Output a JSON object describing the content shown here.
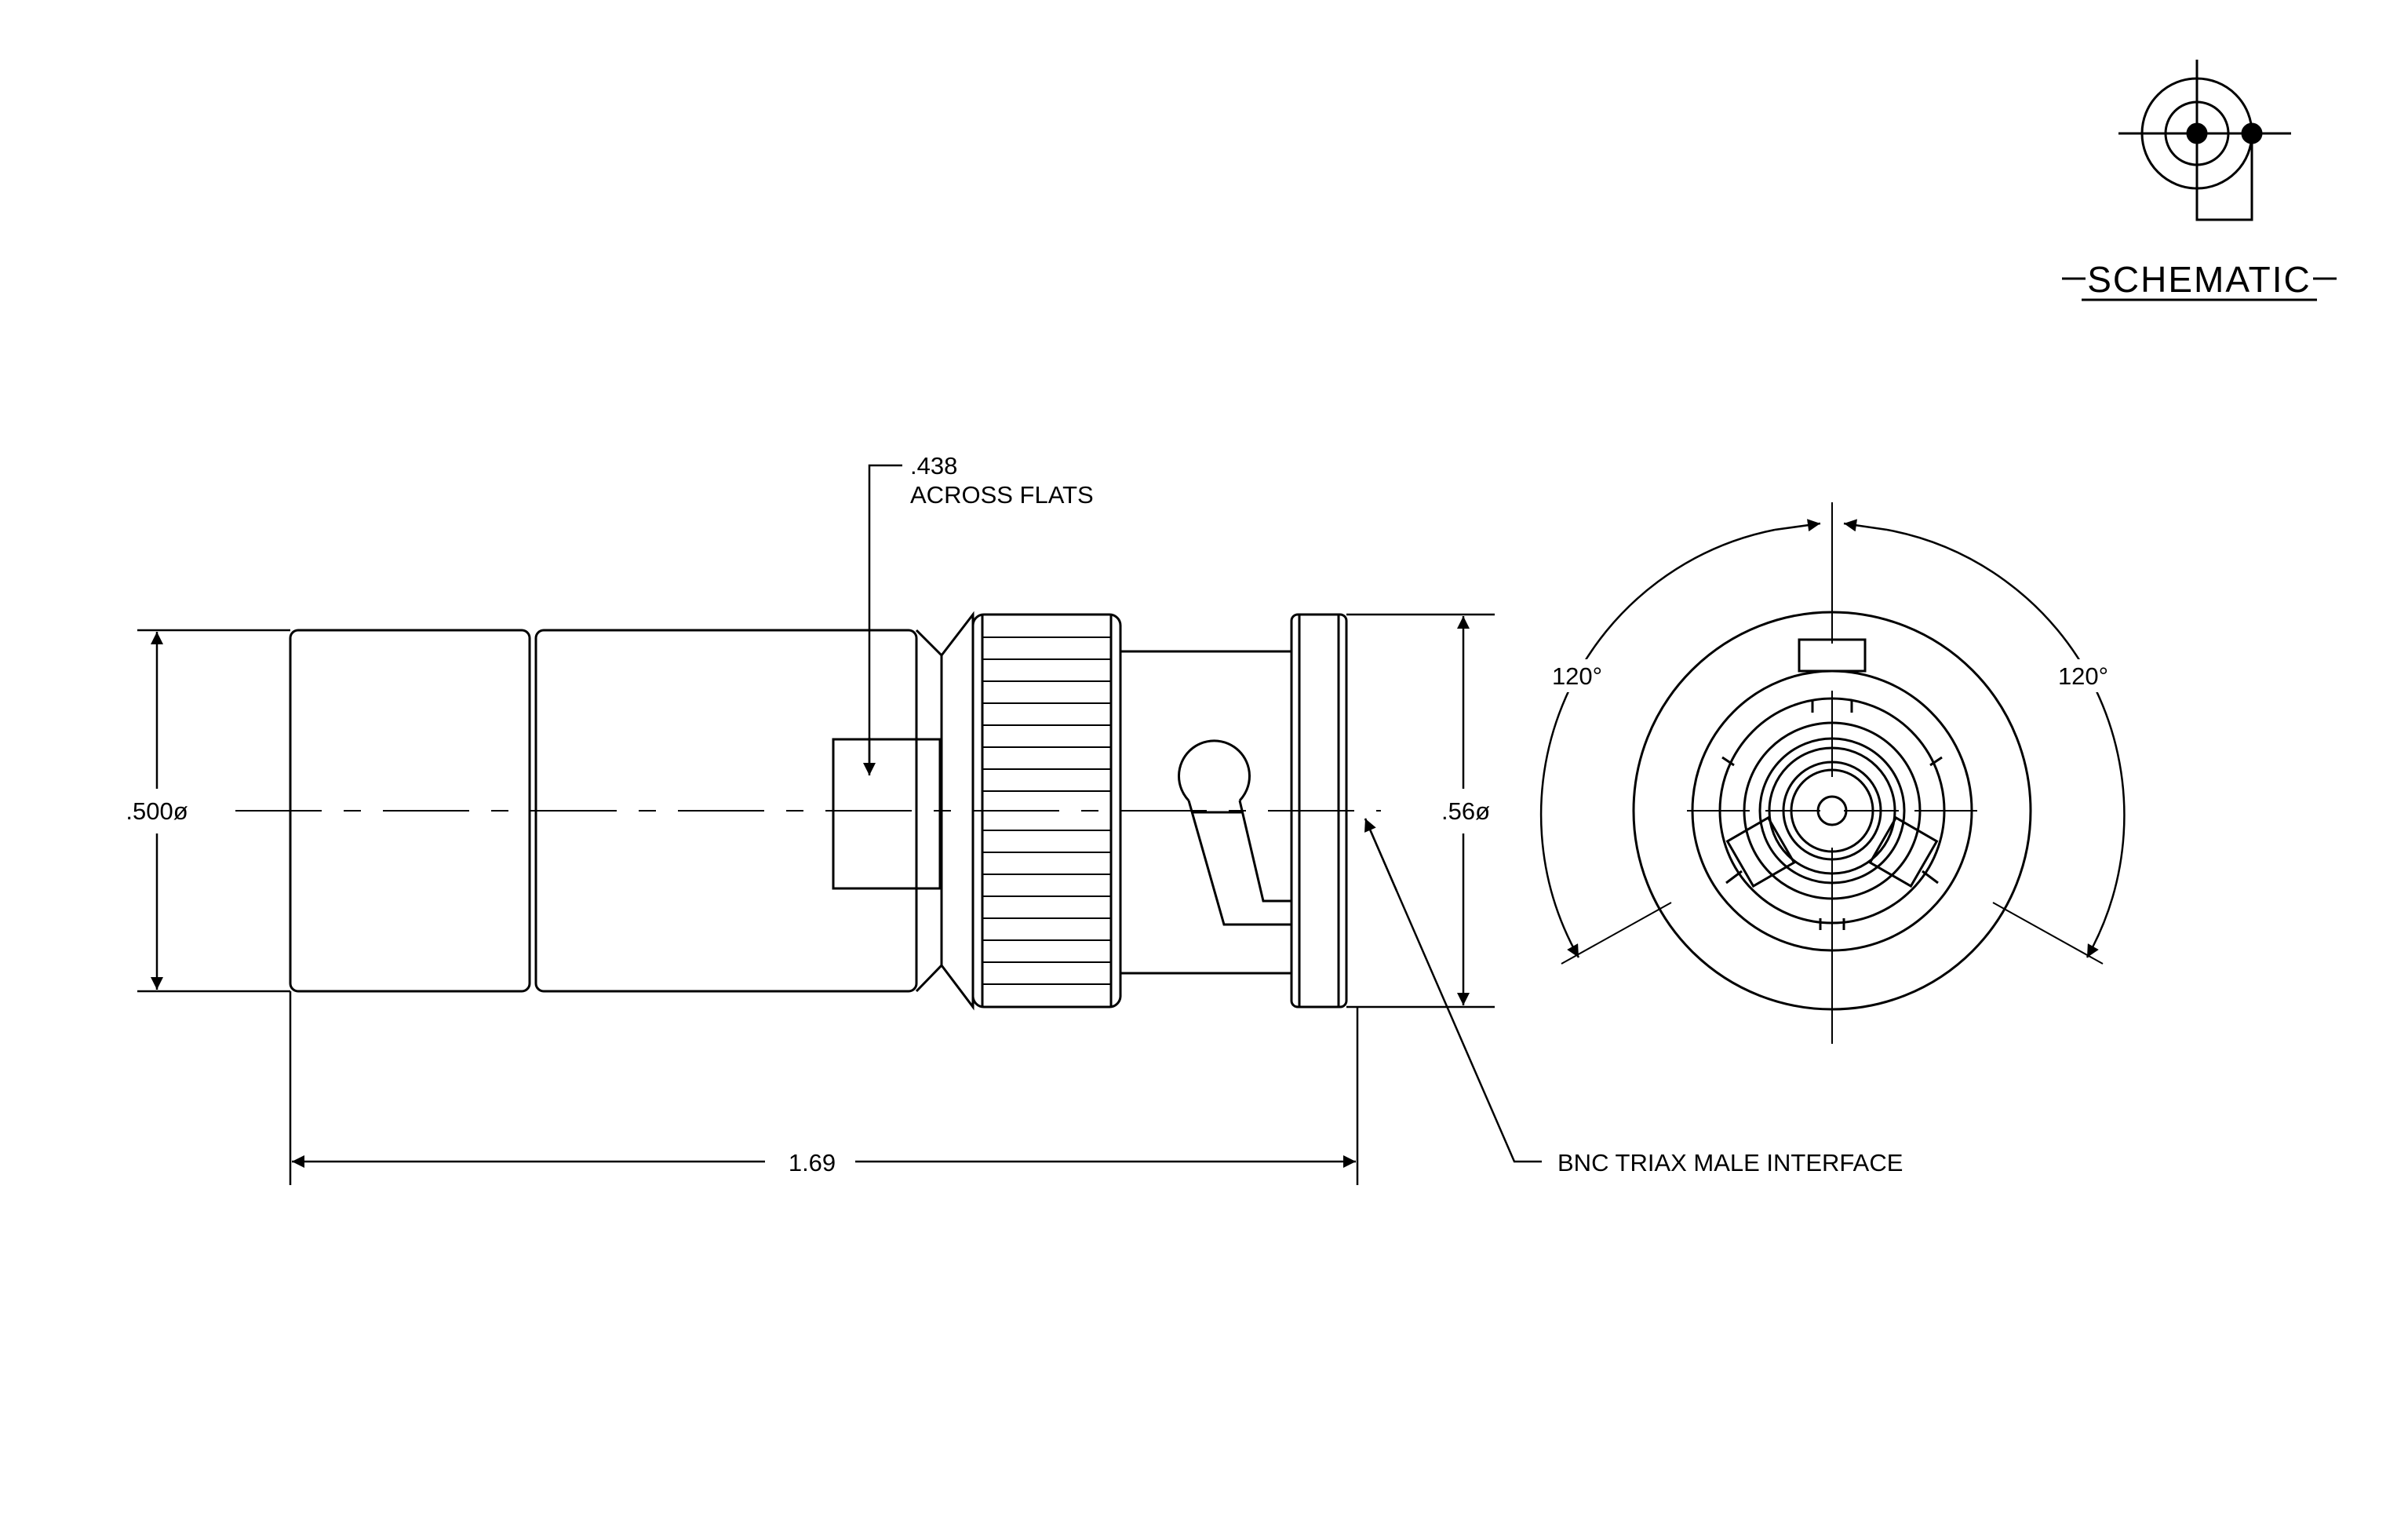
{
  "labels": {
    "schematic": "SCHEMATIC",
    "across_flats_value": ".438",
    "across_flats_text": "ACROSS FLATS",
    "dia_left": ".500ø",
    "dia_right": ".56ø",
    "length": "1.69",
    "angle_left": "120°",
    "angle_right": "120°",
    "interface": "BNC TRIAX MALE INTERFACE"
  },
  "colors": {
    "line": "#000000",
    "background": "#ffffff"
  }
}
